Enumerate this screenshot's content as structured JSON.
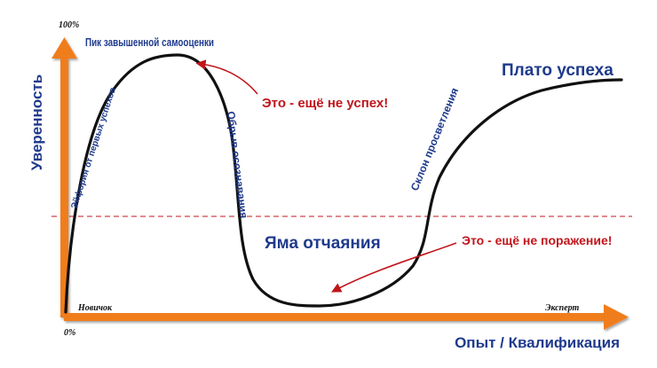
{
  "axes": {
    "y_title": "Уверенность",
    "x_title": "Опыт / Квалификация",
    "y_max_label": "100%",
    "y_min_label": "0%",
    "x_start_label": "Новичок",
    "x_end_label": "Эксперт"
  },
  "curve_labels": {
    "euphoria": "Эйфория от первых успехов",
    "peak": "Пик завышенной самооценки",
    "cliff": "Обрыв осознавания",
    "pit": "Яма отчаяния",
    "slope": "Склон просветления",
    "plateau": "Плато успеха"
  },
  "annotations": {
    "not_success": "Это - ещё не успех!",
    "not_defeat": "Это - ещё не поражение!"
  },
  "colors": {
    "axis": "#f07d1e",
    "curve": "#111111",
    "labels": "#1f3a8c",
    "annotation": "#c0161c",
    "threshold_line": "#c0161c"
  }
}
